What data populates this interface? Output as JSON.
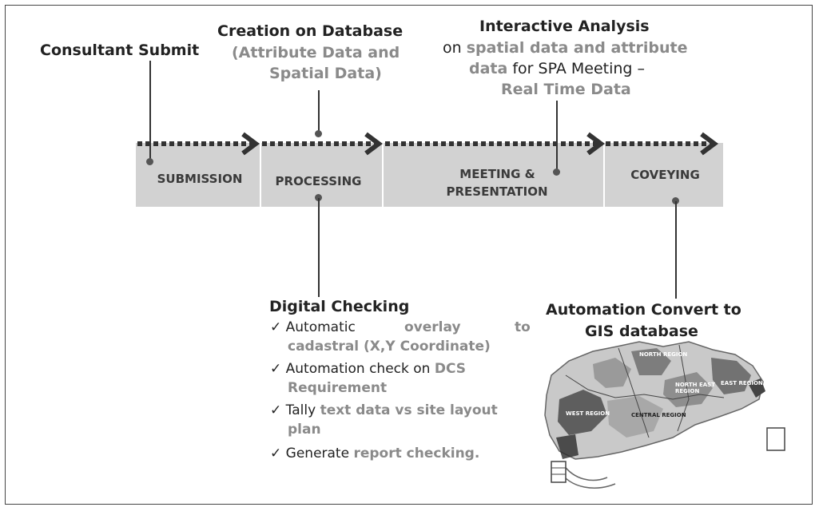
{
  "top_labels": {
    "consultant_submit": "Consultant Submit",
    "creation_title": "Creation on Database",
    "creation_sub_1": "(Attribute Data and",
    "creation_sub_2": "Spatial Data)",
    "interactive_title": "Interactive Analysis",
    "interactive_l1_a": "on ",
    "interactive_l1_b": "spatial data and attribute",
    "interactive_l2_a": "data",
    "interactive_l2_b": " for SPA Meeting –",
    "interactive_l3": "Real Time Data"
  },
  "stages": {
    "submission": "SUBMISSION",
    "processing": "PROCESSING",
    "meeting_1": "MEETING &",
    "meeting_2": "PRESENTATION",
    "conveying": "COVEYING"
  },
  "digital_checking": {
    "title": "Digital Checking",
    "item1_a": "Automatic",
    "item1_b": "overlay",
    "item1_c": "to",
    "item1_d": "cadastral (X,Y Coordinate)",
    "item2_a": "Automation check on ",
    "item2_b": "DCS",
    "item2_c": "Requirement",
    "item3_a": "Tally ",
    "item3_b": "text data vs site layout",
    "item3_c": "plan",
    "item4_a": "Generate ",
    "item4_b": "report checking."
  },
  "automation": {
    "title_1": "Automation Convert to",
    "title_2": "GIS database"
  },
  "map": {
    "regions": [
      "NORTH REGION",
      "NORTH EAST REGION",
      "EAST REGION",
      "WEST REGION",
      "CENTRAL REGION"
    ]
  },
  "colors": {
    "stage_fill": "#d2d2d2",
    "arrow": "#333333",
    "highlight_text": "#8a8a8a"
  }
}
